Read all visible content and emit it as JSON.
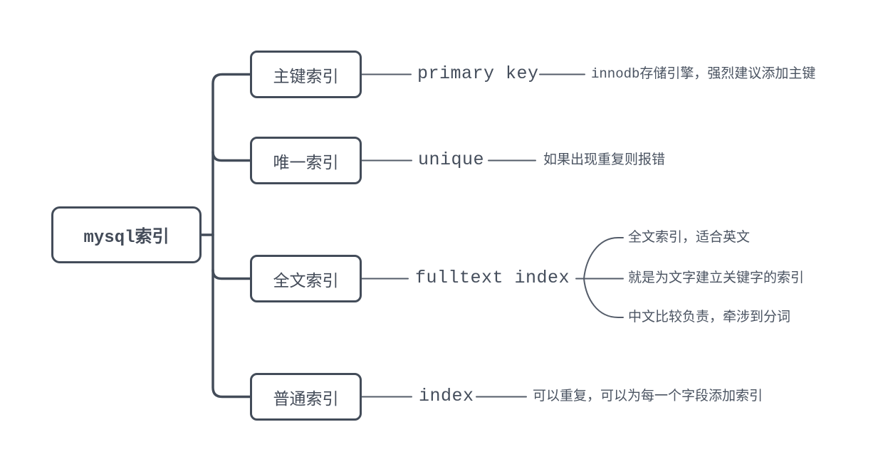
{
  "root": {
    "label": "mysql索引"
  },
  "branches": [
    {
      "node": "主键索引",
      "keyword": "primary key",
      "notes": [
        "innodb存储引擎，强烈建议添加主键"
      ]
    },
    {
      "node": "唯一索引",
      "keyword": "unique",
      "notes": [
        "如果出现重复则报错"
      ]
    },
    {
      "node": "全文索引",
      "keyword": "fulltext index",
      "notes": [
        "全文索引，适合英文",
        "就是为文字建立关键字的索引",
        "中文比较负责，牵涉到分词"
      ]
    },
    {
      "node": "普通索引",
      "keyword": "index",
      "notes": [
        "可以重复，可以为每一个字段添加索引"
      ]
    }
  ],
  "colors": {
    "background": "#ffffff",
    "node_border": "#434c59",
    "connector_thick": "#434c59",
    "connector_thin": "#545c69",
    "node_text": "#434b58",
    "keyword_text": "#454e5c",
    "note_text": "#4a5361"
  }
}
